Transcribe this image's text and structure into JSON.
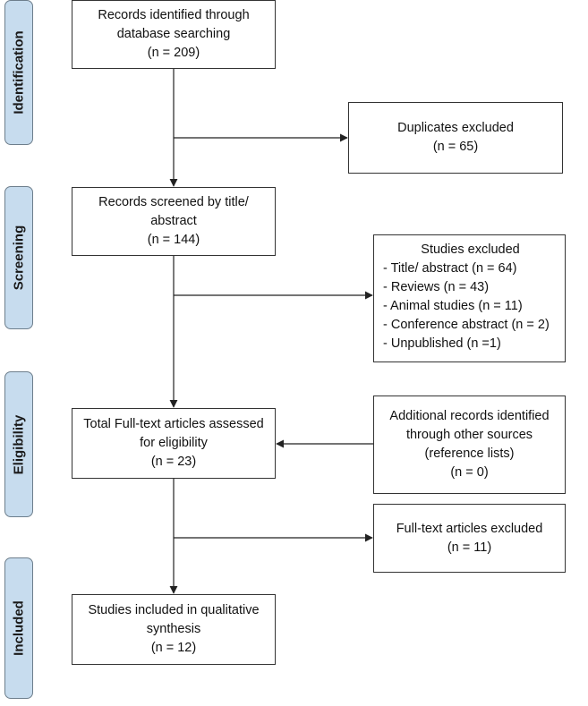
{
  "phases": {
    "identification": "Identification",
    "screening": "Screening",
    "eligibility": "Eligibility",
    "included": "Included"
  },
  "boxes": {
    "identified": {
      "lines": [
        "Records identified through",
        "database searching",
        "(n = 209)"
      ]
    },
    "duplicates": {
      "lines": [
        "Duplicates excluded",
        "(n = 65)"
      ]
    },
    "screened": {
      "lines": [
        "Records screened by title/",
        "abstract",
        "(n = 144)"
      ]
    },
    "studies_excluded": {
      "title": "Studies excluded",
      "items": [
        "- Title/ abstract (n = 64)",
        "- Reviews (n = 43)",
        "- Animal studies (n = 11)",
        "- Conference abstract (n = 2)",
        "- Unpublished (n =1)"
      ]
    },
    "fulltext": {
      "lines": [
        "Total Full-text articles assessed",
        "for eligibility",
        "(n = 23)"
      ]
    },
    "additional": {
      "lines": [
        "Additional records identified",
        "through other sources",
        "(reference lists)",
        "(n = 0)"
      ]
    },
    "fulltext_excluded": {
      "lines": [
        "Full-text articles excluded",
        "(n = 11)"
      ]
    },
    "included": {
      "lines": [
        "Studies included in qualitative",
        "synthesis",
        "(n = 12)"
      ]
    }
  }
}
